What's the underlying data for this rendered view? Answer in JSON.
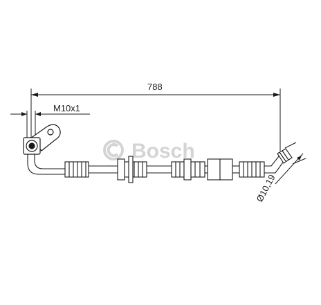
{
  "dimensions": {
    "length": "788",
    "thread": "M10x1",
    "diameter": "Ø10,19"
  },
  "watermark": {
    "text": "Bosch"
  },
  "colors": {
    "line": "#1a1a1a",
    "watermark": "#d4d4d4",
    "background": "#ffffff"
  }
}
